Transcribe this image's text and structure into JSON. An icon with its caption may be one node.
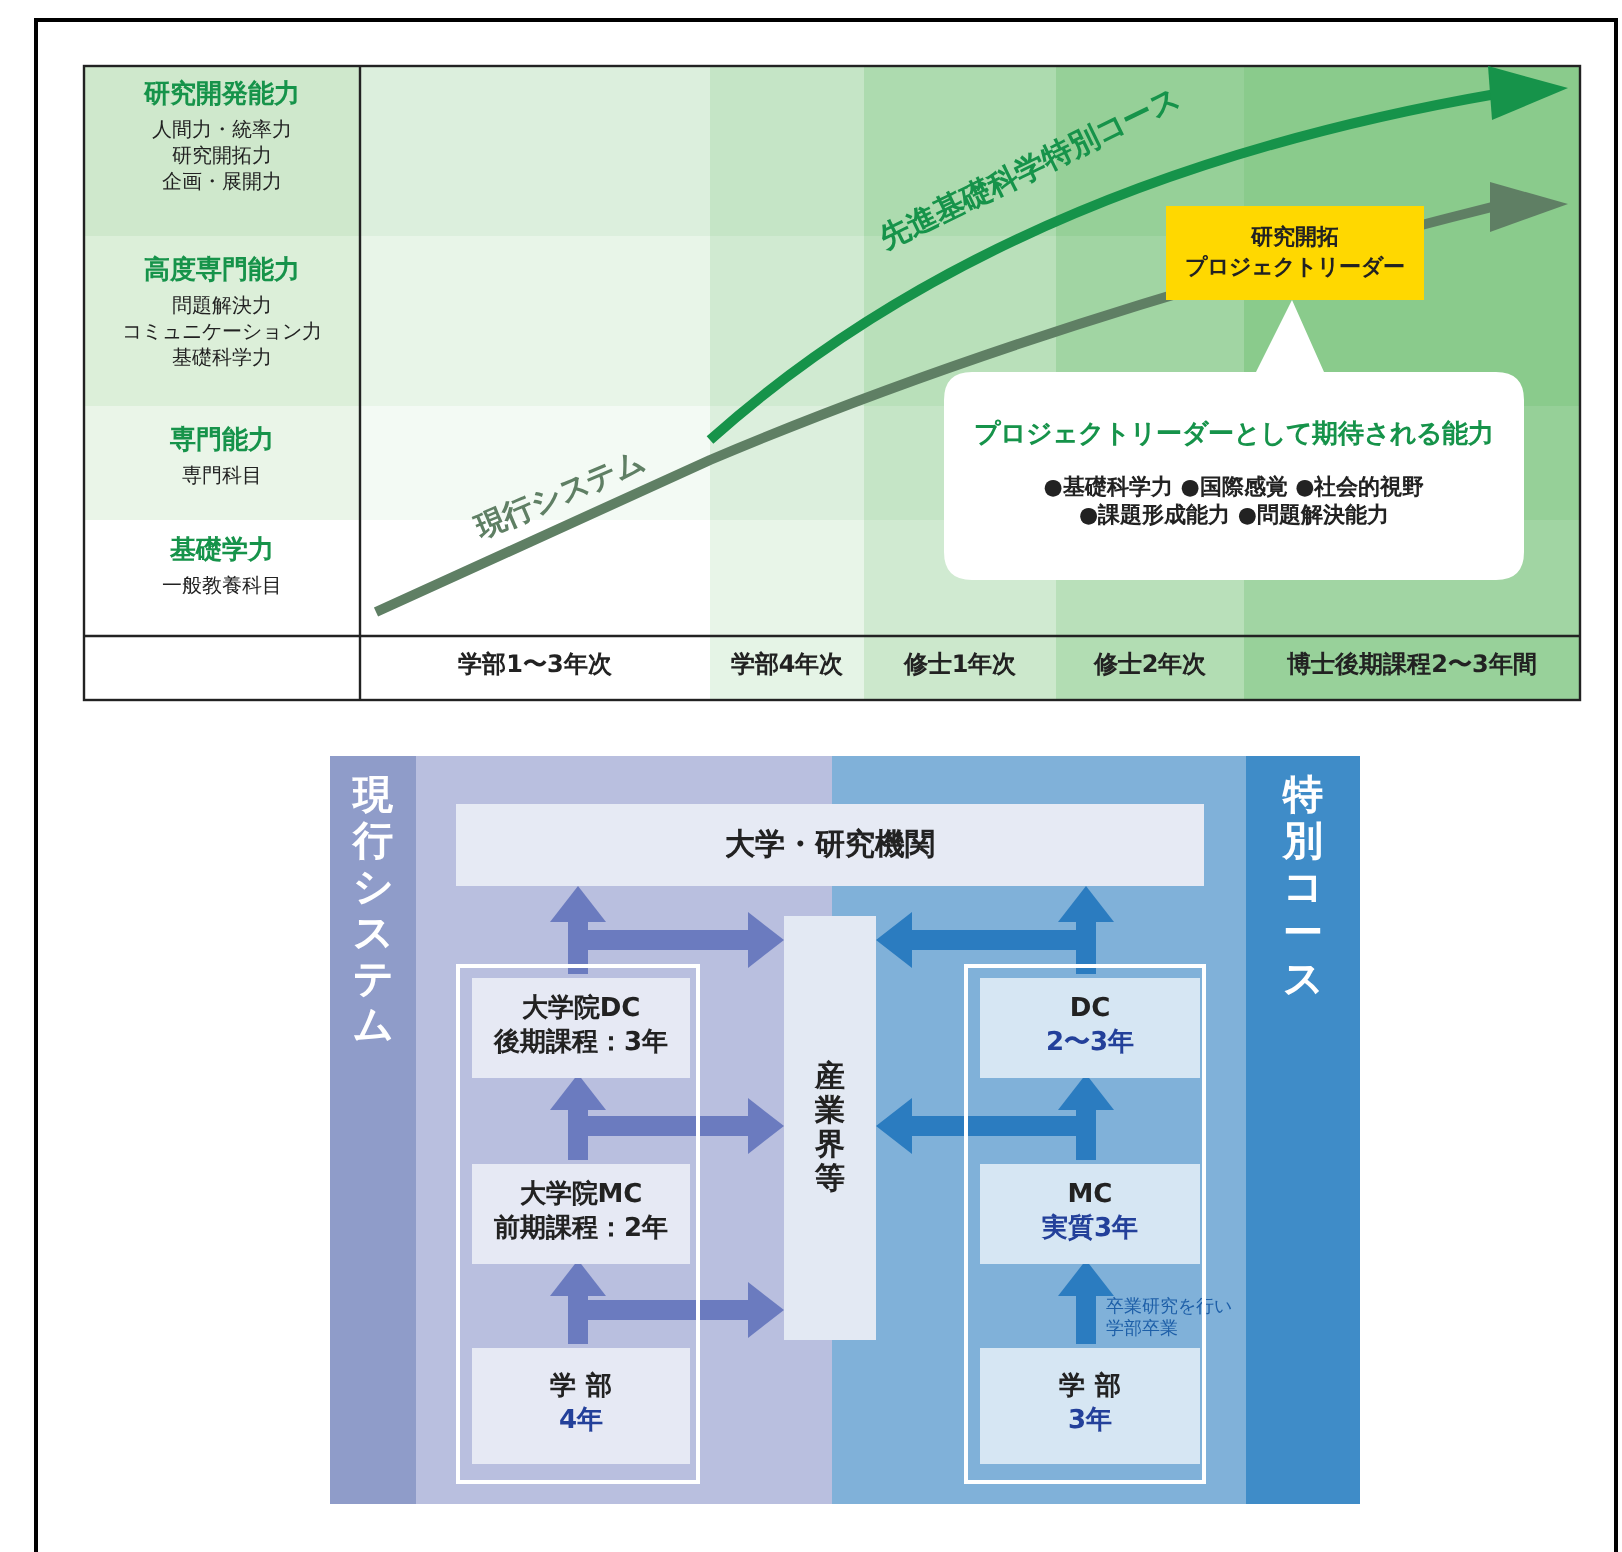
{
  "diagram": {
    "nodes": [
      {
        "text": [
          "研究開拓",
          "プロジェクトリーダー"
        ]
      },
      {
        "text": [
          "プロジェクトリーダーとして期待される能力",
          "●基礎科学力 ●国際感覚 ●社会的視野",
          "●課題形成能力 ●問題解決能力"
        ]
      },
      {
        "text": [
          "現行システム"
        ]
      },
      {
        "text": [
          "特別コース"
        ]
      },
      {
        "text": [
          "大学・研究機関"
        ]
      },
      {
        "text": [
          "産業界等"
        ]
      },
      {
        "text": [],
        "shape": "box"
      },
      {
        "text": [
          "大学院DC",
          "後期課程：3年"
        ],
        "in": 6
      },
      {
        "text": [
          "大学院MC",
          "前期課程：2年"
        ],
        "in": 6
      },
      {
        "text": [
          "学 部",
          "4年"
        ],
        "in": 6
      },
      {
        "text": [],
        "shape": "box"
      },
      {
        "text": [
          "DC",
          "2〜3年"
        ],
        "in": 10
      },
      {
        "text": [
          "MC",
          "実質3年"
        ],
        "in": 10
      },
      {
        "text": [
          "学 部",
          "3年"
        ],
        "in": 10
      }
    ],
    "edges": [
      {
        "from": 9,
        "to": 8,
        "arrow": "to"
      },
      {
        "from": 8,
        "to": 7,
        "arrow": "to"
      },
      {
        "from": 7,
        "to": 4,
        "arrow": "to"
      },
      {
        "from": 9,
        "to": 5,
        "arrow": "to"
      },
      {
        "from": 8,
        "to": 5,
        "arrow": "to"
      },
      {
        "from": 7,
        "to": 5,
        "arrow": "to"
      },
      {
        "from": 13,
        "to": 12,
        "arrow": "to",
        "label": "卒業研究を行い学部卒業",
        "color": "#2b7cc0"
      },
      {
        "from": 12,
        "to": 11,
        "arrow": "to",
        "color": "#2b7cc0"
      },
      {
        "from": 11,
        "to": 4,
        "arrow": "to",
        "color": "#2b7cc0"
      },
      {
        "from": 12,
        "to": 5,
        "arrow": "to",
        "color": "#2b7cc0"
      },
      {
        "from": 11,
        "to": 5,
        "arrow": "to",
        "color": "#2b7cc0"
      }
    ],
    "labels": [
      "研究開発能力",
      "人間力・統率力",
      "研究開拓力",
      "企画・展開力",
      "高度専門能力",
      "問題解決力",
      "コミュニケーション力",
      "基礎科学力",
      "専門能力",
      "専門科目",
      "基礎学力",
      "一般教養科目",
      "学部1〜3年次",
      "学部4年次",
      "修士1年次",
      "修士2年次",
      "博士後期課程2〜3年間",
      "現行システム",
      "先進基礎科学特別コース"
    ]
  }
}
